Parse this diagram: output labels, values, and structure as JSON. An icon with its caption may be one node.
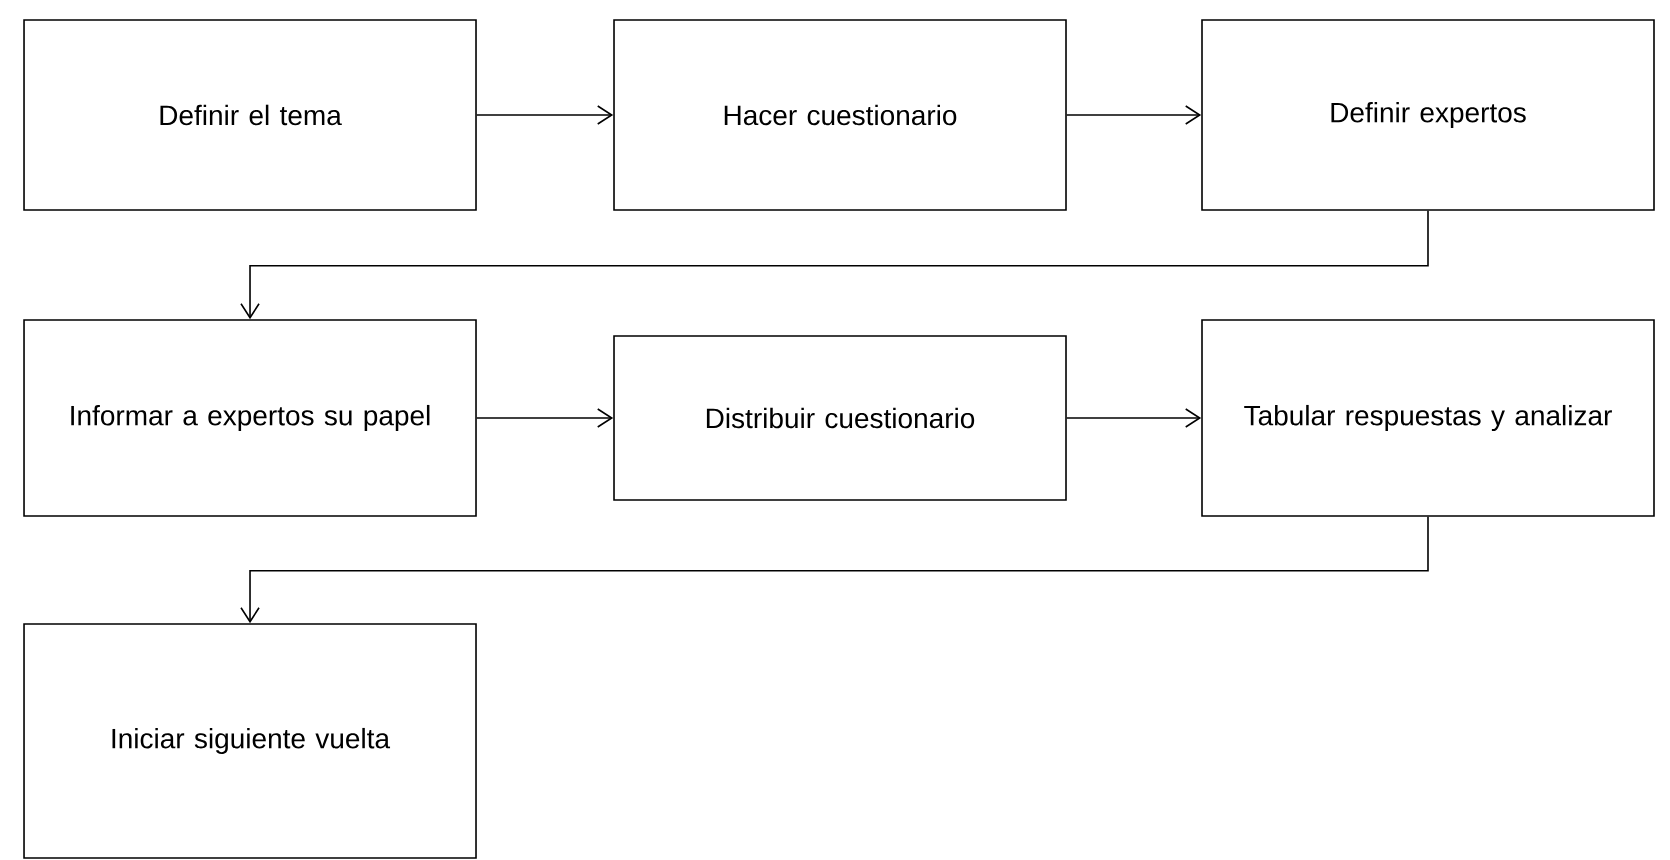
{
  "diagram": {
    "nodes": [
      {
        "text": [
          "Definir el tema"
        ]
      },
      {
        "text": [
          "Hacer cuestionario"
        ]
      },
      {
        "text": [
          "Definir expertos"
        ]
      },
      {
        "text": [
          "Informar a expertos su papel"
        ]
      },
      {
        "text": [
          "Distribuir cuestionario"
        ]
      },
      {
        "text": [
          "Tabular respuestas y analizar"
        ]
      },
      {
        "text": [
          "Iniciar siguiente vuelta"
        ]
      }
    ],
    "edges": [
      {
        "from": 0,
        "to": 1,
        "arrow": "to"
      },
      {
        "from": 1,
        "to": 2,
        "arrow": "to"
      },
      {
        "from": 2,
        "to": 3,
        "arrow": "to"
      },
      {
        "from": 3,
        "to": 4,
        "arrow": "to"
      },
      {
        "from": 4,
        "to": 5,
        "arrow": "to"
      },
      {
        "from": 5,
        "to": 6,
        "arrow": "to"
      }
    ]
  }
}
